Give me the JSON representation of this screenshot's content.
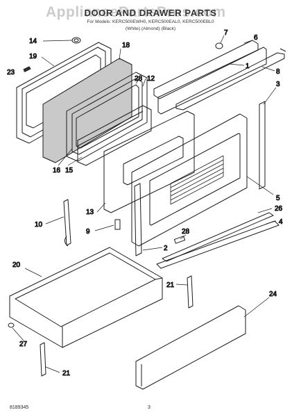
{
  "watermark": "AppliancePartsPros.com",
  "header": {
    "title": "DOOR AND DRAWER PARTS",
    "model_line": "For Models: KERC500EWH0, KERC500EAL0, KERC500EBL0",
    "color_line": "(White)          (Almond)          (Black)"
  },
  "callouts": [
    "14",
    "7",
    "6",
    "19",
    "18",
    "1",
    "8",
    "23",
    "28",
    "12",
    "3",
    "16",
    "15",
    "5",
    "13",
    "10",
    "26",
    "9",
    "28",
    "4",
    "2",
    "20",
    "21",
    "24",
    "27",
    "21"
  ],
  "footer": {
    "doc_number": "8189345",
    "page_number": "3"
  }
}
